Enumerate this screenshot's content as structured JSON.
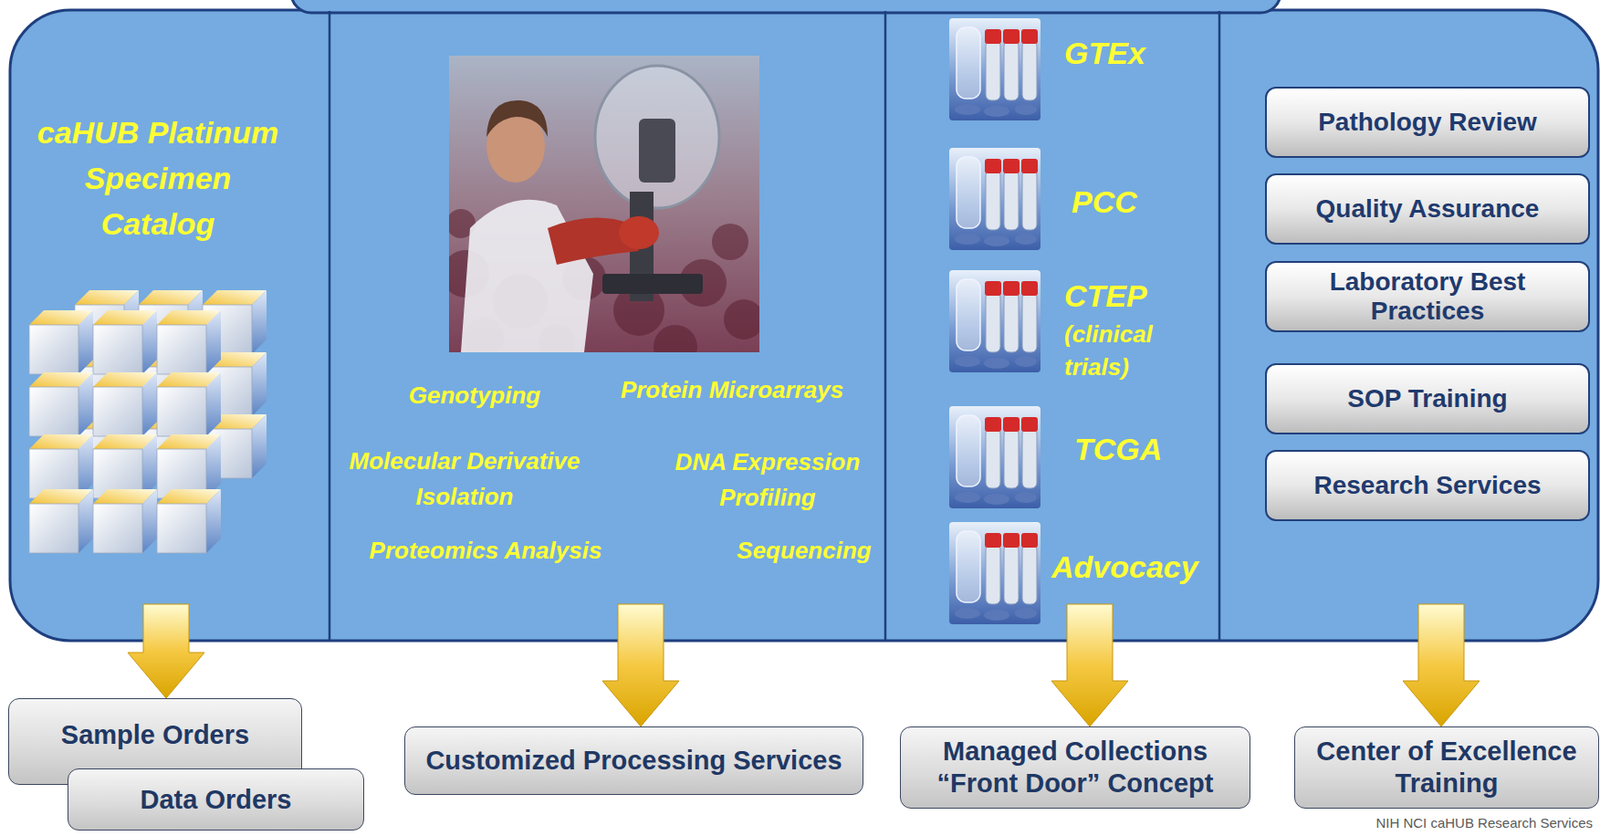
{
  "diagram": {
    "nodes": [
      {
        "text": [
          "caHUB Platinum Specimen Catalog"
        ]
      },
      {
        "text": [
          "Genotyping",
          "Protein Microarrays",
          "Molecular Derivative Isolation",
          "DNA Expression Profiling",
          "Proteomics Analysis",
          "Sequencing"
        ]
      },
      {
        "text": [
          "GTEx",
          "PCC",
          "CTEP",
          "(clinical trials)",
          "TCGA",
          "Advocacy"
        ]
      },
      {
        "text": []
      },
      {
        "text": [
          "Pathology Review"
        ],
        "in": 3
      },
      {
        "text": [
          "Quality Assurance"
        ],
        "in": 3
      },
      {
        "text": [
          "Laboratory Best Practices"
        ],
        "in": 3
      },
      {
        "text": [
          "SOP Training"
        ],
        "in": 3
      },
      {
        "text": [
          "Research Services"
        ],
        "in": 3
      },
      {
        "text": [
          "Sample Orders"
        ]
      },
      {
        "text": [
          "Data Orders"
        ]
      },
      {
        "text": [
          "Customized Processing Services"
        ]
      },
      {
        "text": [
          "Managed Collections “Front Door” Concept"
        ]
      },
      {
        "text": [
          "Center of Excellence Training"
        ]
      }
    ],
    "edges": [
      {
        "from": 0,
        "to": 9,
        "arrow": "to"
      },
      {
        "from": 1,
        "to": 11,
        "arrow": "to"
      },
      {
        "from": 2,
        "to": 12,
        "arrow": "to"
      },
      {
        "from": 3,
        "to": 13,
        "arrow": "to"
      }
    ],
    "labels": [
      "NIH NCI caHUB Research Services"
    ]
  }
}
